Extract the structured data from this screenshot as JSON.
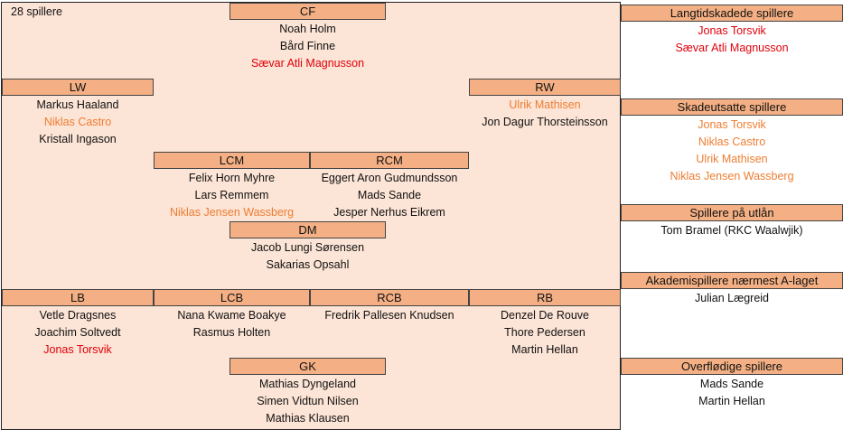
{
  "squad_count": "28 spillere",
  "colors": {
    "field_bg": "#fce4d6",
    "header_bg": "#f4b084",
    "long_injured": "#e0000b",
    "injured": "#ed7d31"
  },
  "positions": {
    "cf": {
      "label": "CF",
      "players": [
        {
          "name": "Noah Holm",
          "status": "normal"
        },
        {
          "name": "Bård Finne",
          "status": "normal"
        },
        {
          "name": "Sævar Atli Magnusson",
          "status": "long"
        }
      ]
    },
    "lw": {
      "label": "LW",
      "players": [
        {
          "name": "Markus Haaland",
          "status": "normal"
        },
        {
          "name": "Niklas Castro",
          "status": "injured"
        },
        {
          "name": "Kristall Ingason",
          "status": "normal"
        }
      ]
    },
    "rw": {
      "label": "RW",
      "players": [
        {
          "name": "Ulrik Mathisen",
          "status": "injured"
        },
        {
          "name": "Jon Dagur Thorsteinsson",
          "status": "normal"
        }
      ]
    },
    "lcm": {
      "label": "LCM",
      "players": [
        {
          "name": "Felix Horn Myhre",
          "status": "normal"
        },
        {
          "name": "Lars Remmem",
          "status": "normal"
        },
        {
          "name": "Niklas Jensen Wassberg",
          "status": "injured"
        }
      ]
    },
    "rcm": {
      "label": "RCM",
      "players": [
        {
          "name": "Eggert Aron Gudmundsson",
          "status": "normal"
        },
        {
          "name": "Mads Sande",
          "status": "normal"
        },
        {
          "name": "Jesper Nerhus Eikrem",
          "status": "normal"
        }
      ]
    },
    "dm": {
      "label": "DM",
      "players": [
        {
          "name": "Jacob Lungi Sørensen",
          "status": "normal"
        },
        {
          "name": "Sakarias Opsahl",
          "status": "normal"
        }
      ]
    },
    "lb": {
      "label": "LB",
      "players": [
        {
          "name": "Vetle Dragsnes",
          "status": "normal"
        },
        {
          "name": "Joachim Soltvedt",
          "status": "normal"
        },
        {
          "name": "Jonas Torsvik",
          "status": "long"
        }
      ]
    },
    "lcb": {
      "label": "LCB",
      "players": [
        {
          "name": "Nana Kwame Boakye",
          "status": "normal"
        },
        {
          "name": "Rasmus Holten",
          "status": "normal"
        }
      ]
    },
    "rcb": {
      "label": "RCB",
      "players": [
        {
          "name": "Fredrik Pallesen Knudsen",
          "status": "normal"
        }
      ]
    },
    "rb": {
      "label": "RB",
      "players": [
        {
          "name": "Denzel De Rouve",
          "status": "normal"
        },
        {
          "name": "Thore Pedersen",
          "status": "normal"
        },
        {
          "name": "Martin Hellan",
          "status": "normal"
        }
      ]
    },
    "gk": {
      "label": "GK",
      "players": [
        {
          "name": "Mathias Dyngeland",
          "status": "normal"
        },
        {
          "name": "Simen Vidtun Nilsen",
          "status": "normal"
        },
        {
          "name": "Mathias Klausen",
          "status": "normal"
        }
      ]
    }
  },
  "sidebar": {
    "long_injured": {
      "title": "Langtidskadede spillere",
      "items": [
        {
          "name": "Jonas Torsvik",
          "status": "long"
        },
        {
          "name": "Sævar Atli Magnusson",
          "status": "long"
        }
      ]
    },
    "injured": {
      "title": "Skadeutsatte spillere",
      "items": [
        {
          "name": "Jonas Torsvik",
          "status": "injured"
        },
        {
          "name": "Niklas Castro",
          "status": "injured"
        },
        {
          "name": "Ulrik Mathisen",
          "status": "injured"
        },
        {
          "name": "Niklas Jensen Wassberg",
          "status": "injured"
        }
      ]
    },
    "on_loan": {
      "title": "Spillere på utlån",
      "items": [
        {
          "name": "Tom Bramel (RKC Waalwjik)",
          "status": "normal"
        }
      ]
    },
    "academy": {
      "title": "Akademispillere nærmest A-laget",
      "items": [
        {
          "name": "Julian Lægreid",
          "status": "normal"
        }
      ]
    },
    "surplus": {
      "title": "Overflødige spillere",
      "items": [
        {
          "name": "Mads Sande",
          "status": "normal"
        },
        {
          "name": "Martin Hellan",
          "status": "normal"
        }
      ]
    }
  }
}
